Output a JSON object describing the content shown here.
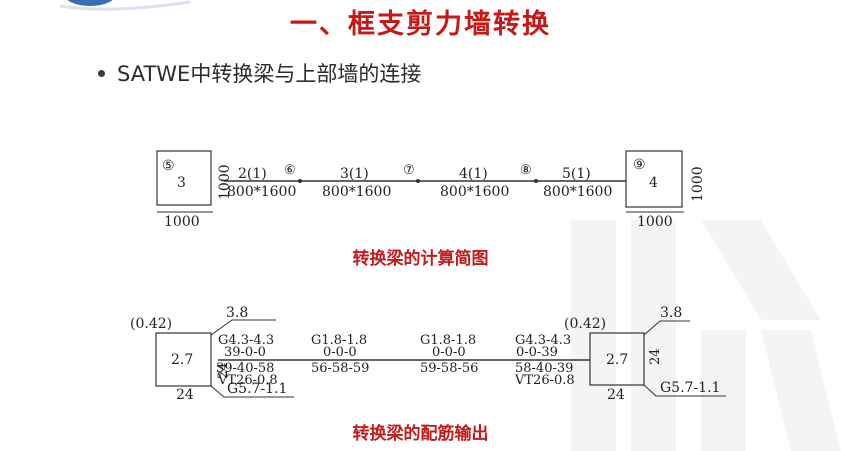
{
  "title": "一、框支剪力墙转换",
  "bullet": "SATWE中转换梁与上部墙的连接",
  "diagram1": {
    "caption": "转换梁的计算简图",
    "nodes": [
      "⑤",
      "⑥",
      "⑦",
      "⑧",
      "⑨"
    ],
    "left_column": {
      "label": "3",
      "width": "1000",
      "height": "1000"
    },
    "right_column": {
      "label": "4",
      "width": "1000",
      "height": "1000"
    },
    "spans": [
      {
        "id": "2(1)",
        "size": "800*1600"
      },
      {
        "id": "3(1)",
        "size": "800*1600"
      },
      {
        "id": "4(1)",
        "size": "800*1600"
      },
      {
        "id": "5(1)",
        "size": "800*1600"
      }
    ]
  },
  "diagram2": {
    "caption": "转换梁的配筋输出",
    "left_column": {
      "ratio": "(0.42)",
      "label": "2.7",
      "width": "24",
      "height": "24",
      "top_note": "3.8"
    },
    "right_column": {
      "ratio": "(0.42)",
      "label": "2.7",
      "width": "24",
      "height": "24",
      "top_note": "3.8",
      "bottom_note": "G5.7-1.1"
    },
    "left_bottom_note": "G5.7-1.1",
    "beams": [
      {
        "line1": "G4.3-4.3",
        "line2": "39-0-0",
        "line3": "39-40-58",
        "line4": "VT26-0.8"
      },
      {
        "line1": "G1.8-1.8",
        "line2": "0-0-0",
        "line3": "56-58-59",
        "line4": ""
      },
      {
        "line1": "G1.8-1.8",
        "line2": "0-0-0",
        "line3": "59-58-56",
        "line4": ""
      },
      {
        "line1": "G4.3-4.3",
        "line2": "0-0-39",
        "line3": "58-40-39",
        "line4": "VT26-0.8"
      }
    ]
  },
  "colors": {
    "title": "#c81717",
    "caption": "#c41a1a",
    "logo": "#3b6fb5"
  }
}
